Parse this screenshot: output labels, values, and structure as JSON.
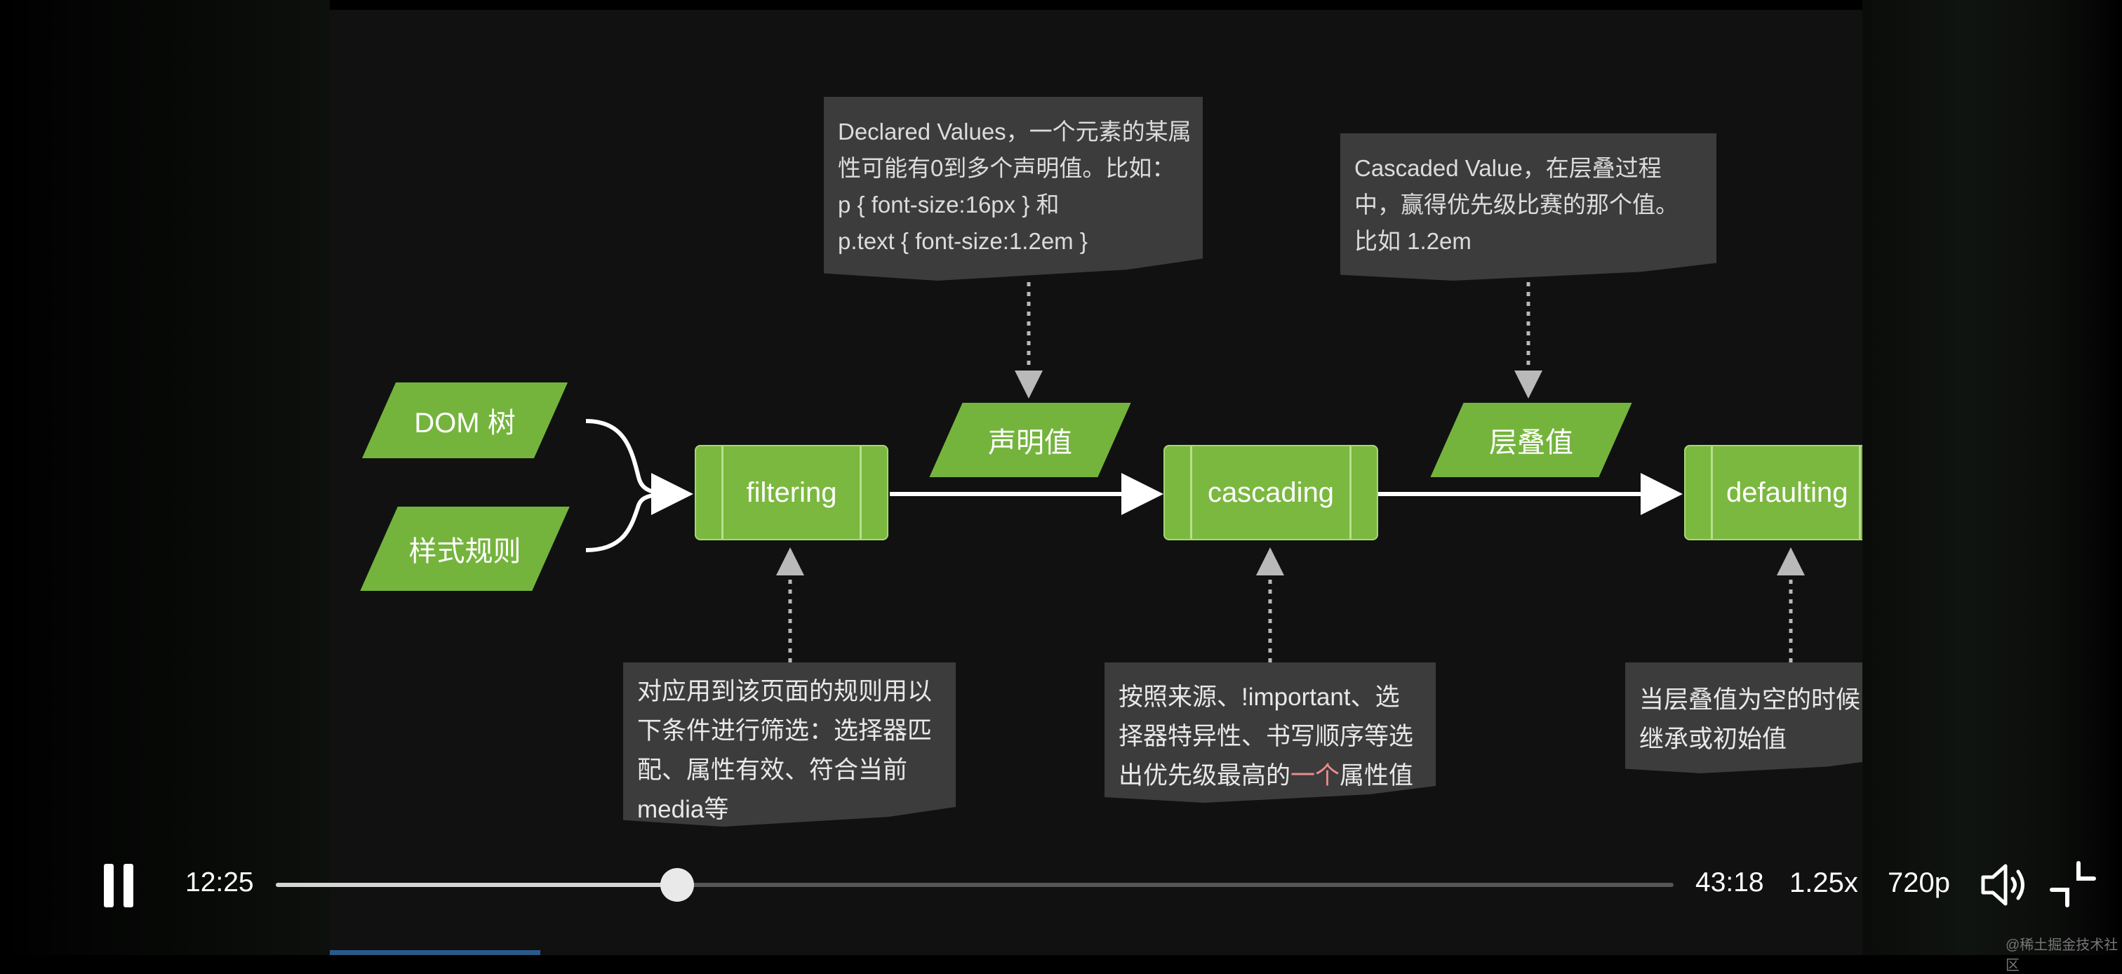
{
  "slide": {
    "inputs": [
      {
        "label": "DOM 树"
      },
      {
        "label": "样式规则"
      }
    ],
    "processes": [
      {
        "label": "filtering"
      },
      {
        "label": "cascading"
      },
      {
        "label": "defaulting"
      }
    ],
    "data_nodes": [
      {
        "label": "声明值"
      },
      {
        "label": "层叠值"
      }
    ],
    "notes": {
      "declared": [
        "Declared Values，一个元素的某属",
        "性可能有0到多个声明值。比如：",
        "p { font-size:16px } 和",
        "p.text { font-size:1.2em }"
      ],
      "cascaded": [
        "Cascaded Value，在层叠过程",
        "中，赢得优先级比赛的那个值。",
        "比如 1.2em"
      ],
      "filtering": [
        "对应用到该页面的规则用以",
        "下条件进行筛选：选择器匹",
        "配、属性有效、符合当前",
        "media等"
      ],
      "cascading": {
        "line1": "按照来源、!important、选",
        "line2": "择器特异性、书写顺序等选",
        "line3_a": "出优先级最高的",
        "line3_highlight": "一个",
        "line3_b": "属性值"
      },
      "defaulting": [
        "当层叠值为空的时候",
        "继承或初始值"
      ]
    },
    "colors": {
      "node_green": "#74b43c",
      "note_bg": "#3c3c3c",
      "highlight": "#ef8d8d"
    }
  },
  "player": {
    "state": "playing",
    "current_time": "12:25",
    "duration": "43:18",
    "progress": 0.287,
    "speed": "1.25x",
    "quality": "720p",
    "icons": {
      "pause": "pause-icon",
      "volume": "volume-icon",
      "exit_fullscreen": "exit-fullscreen-icon"
    }
  },
  "watermark": "@稀土掘金技术社区"
}
